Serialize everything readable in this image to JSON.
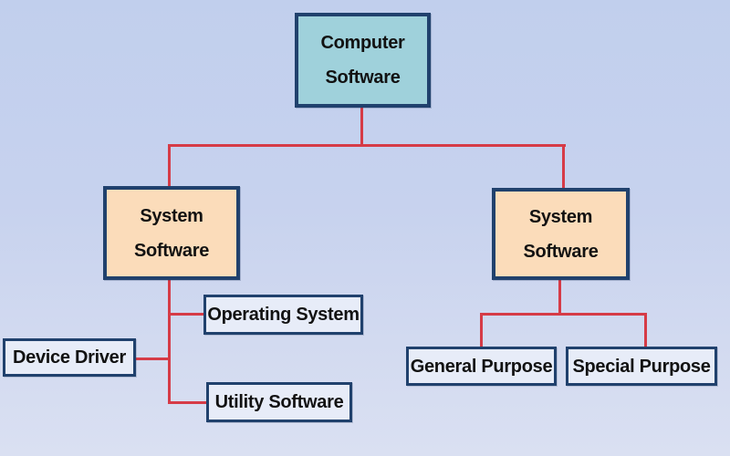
{
  "diagram": {
    "type": "hierarchy-flowchart",
    "nodes": {
      "root": {
        "label": "Computer Software"
      },
      "left": {
        "label": "System Software"
      },
      "right": {
        "label": "System Software"
      },
      "os": {
        "label": "Operating System"
      },
      "dd": {
        "label": "Device Driver"
      },
      "us": {
        "label": "Utility Software"
      },
      "gp": {
        "label": "General Purpose"
      },
      "sp": {
        "label": "Special Purpose"
      }
    },
    "edges": [
      {
        "from": "Computer Software",
        "to": "System Software (left)"
      },
      {
        "from": "Computer Software",
        "to": "System Software (right)"
      },
      {
        "from": "System Software (left)",
        "to": "Operating System"
      },
      {
        "from": "System Software (left)",
        "to": "Device Driver"
      },
      {
        "from": "System Software (left)",
        "to": "Utility Software"
      },
      {
        "from": "System Software (right)",
        "to": "General Purpose"
      },
      {
        "from": "System Software (right)",
        "to": "Special Purpose"
      }
    ],
    "colors": {
      "connector_red": "#d63b47",
      "border_navy": "#20416d",
      "root_fill": "#9fd1db",
      "branch_fill": "#fbdcba",
      "leaf_fill": "#e7ecf8",
      "background_top": "#c1cfed",
      "background_bottom": "#dae0f2",
      "text": "#121212"
    }
  }
}
